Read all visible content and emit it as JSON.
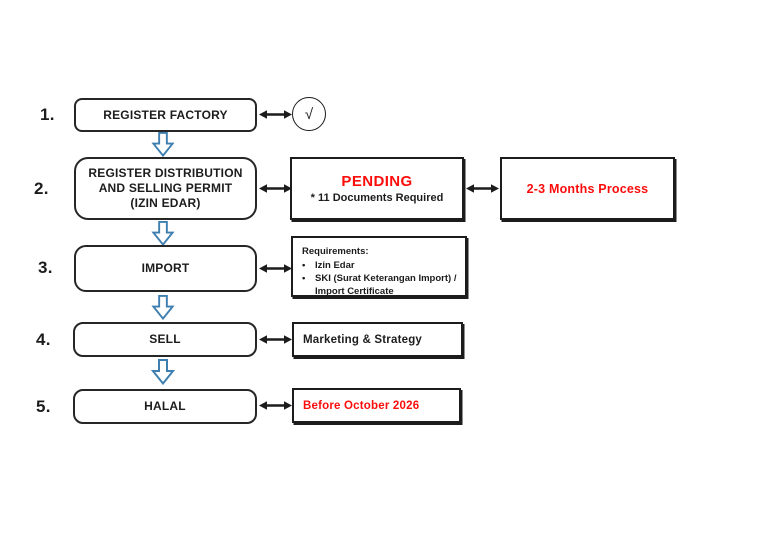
{
  "canvas": {
    "background": "#ffffff"
  },
  "colors": {
    "accent_red": "#fb0d0c",
    "line_black": "#1c1c1c",
    "arrow_blue": "#3f7fb0"
  },
  "bullet": "•",
  "check_symbol": "√",
  "steps": [
    {
      "number": "1.",
      "label": "REGISTER FACTORY"
    },
    {
      "number": "2.",
      "label_lines": [
        "REGISTER DISTRIBUTION",
        "AND SELLING PERMIT",
        "(IZIN EDAR)"
      ],
      "status": {
        "title": "PENDING",
        "subtitle": "* 11 Documents Required"
      },
      "duration": "2-3 Months Process"
    },
    {
      "number": "3.",
      "label": "IMPORT",
      "requirements": {
        "title": "Requirements:",
        "items": [
          {
            "text": "Izin Edar"
          },
          {
            "text": "SKI (Surat Keterangan Import) /",
            "text2": "Import Certificate"
          }
        ]
      }
    },
    {
      "number": "4.",
      "label": "SELL",
      "note": "Marketing & Strategy"
    },
    {
      "number": "5.",
      "label": "HALAL",
      "note": "Before October 2026"
    }
  ]
}
